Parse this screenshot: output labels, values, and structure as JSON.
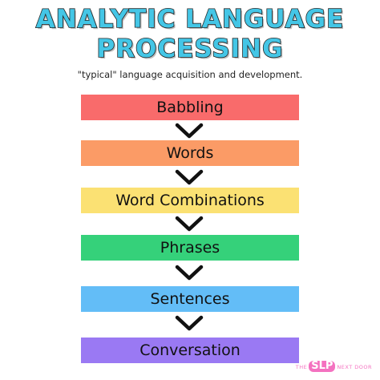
{
  "title": {
    "line1": "ANALYTIC LANGUAGE",
    "line2": "PROCESSING"
  },
  "subtitle": "\"typical\" language acquisition and development.",
  "steps": [
    {
      "label": "Babbling",
      "color": "#f96b6b"
    },
    {
      "label": "Words",
      "color": "#fb9b66"
    },
    {
      "label": "Word Combinations",
      "color": "#fbe173"
    },
    {
      "label": "Phrases",
      "color": "#35d17a"
    },
    {
      "label": "Sentences",
      "color": "#63bdf7"
    },
    {
      "label": "Conversation",
      "color": "#9a79f3"
    }
  ],
  "connector_icon": "chevron-down-icon",
  "logo": {
    "prefix": "THE",
    "main": "SLP",
    "suffix": "NEXT DOOR",
    "color": "#f472c0"
  }
}
